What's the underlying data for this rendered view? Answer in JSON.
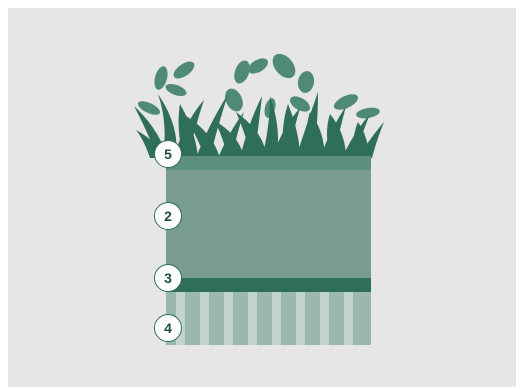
{
  "colors": {
    "background": "#e6e6e6",
    "grass_dark": "#2f6e59",
    "grass_mid": "#4f8a76",
    "leaf_light": "#7fa597",
    "layer_top_band": "#5c8f7e",
    "layer_body": "#789c8f",
    "layer_dark_band": "#2f6e59",
    "layer_drainage": "#9ab8ad",
    "layer_drainage_stripe": "#c2d4cd",
    "badge_stroke": "#2f6e59",
    "badge_text": "#1f4f40"
  },
  "labels": {
    "vegetation_layer": "5",
    "growing_medium": "2",
    "filter_layer": "3",
    "drainage_layer": "4"
  }
}
